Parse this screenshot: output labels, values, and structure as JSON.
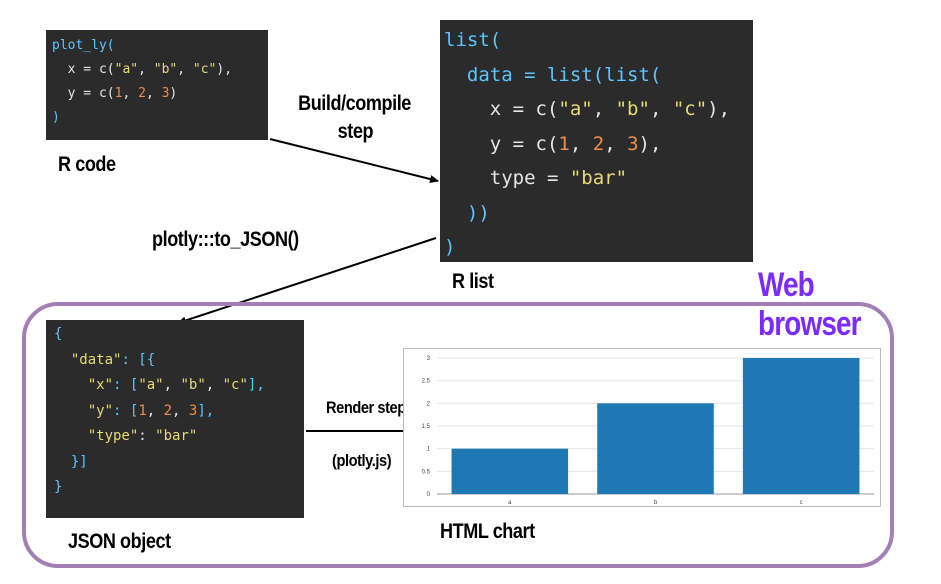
{
  "rcode": {
    "lines": [
      [
        {
          "t": "plot_ly(",
          "c": "p"
        }
      ],
      [
        {
          "t": "  x = c(",
          "c": ""
        },
        {
          "t": "\"a\"",
          "c": "s"
        },
        {
          "t": ", ",
          "c": ""
        },
        {
          "t": "\"b\"",
          "c": "s"
        },
        {
          "t": ", ",
          "c": ""
        },
        {
          "t": "\"c\"",
          "c": "s"
        },
        {
          "t": "),",
          "c": ""
        }
      ],
      [
        {
          "t": "  y = c(",
          "c": ""
        },
        {
          "t": "1",
          "c": "n"
        },
        {
          "t": ", ",
          "c": ""
        },
        {
          "t": "2",
          "c": "n"
        },
        {
          "t": ", ",
          "c": ""
        },
        {
          "t": "3",
          "c": "n"
        },
        {
          "t": ")",
          "c": ""
        }
      ],
      [
        {
          "t": ")",
          "c": "p"
        }
      ]
    ],
    "label": "R code"
  },
  "rlist": {
    "lines": [
      [
        {
          "t": "list(",
          "c": "p"
        }
      ],
      [
        {
          "t": "  data = list(list(",
          "c": "p"
        }
      ],
      [
        {
          "t": "    x = c(",
          "c": ""
        },
        {
          "t": "\"a\"",
          "c": "s"
        },
        {
          "t": ", ",
          "c": ""
        },
        {
          "t": "\"b\"",
          "c": "s"
        },
        {
          "t": ", ",
          "c": ""
        },
        {
          "t": "\"c\"",
          "c": "s"
        },
        {
          "t": "),",
          "c": ""
        }
      ],
      [
        {
          "t": "    y = c(",
          "c": ""
        },
        {
          "t": "1",
          "c": "n"
        },
        {
          "t": ", ",
          "c": ""
        },
        {
          "t": "2",
          "c": "n"
        },
        {
          "t": ", ",
          "c": ""
        },
        {
          "t": "3",
          "c": "n"
        },
        {
          "t": "),",
          "c": ""
        }
      ],
      [
        {
          "t": "    type = ",
          "c": ""
        },
        {
          "t": "\"bar\"",
          "c": "s"
        }
      ],
      [
        {
          "t": "  ))",
          "c": "p"
        }
      ],
      [
        {
          "t": ")",
          "c": "p"
        }
      ]
    ],
    "label": "R list"
  },
  "json": {
    "lines": [
      [
        {
          "t": "{",
          "c": "p"
        }
      ],
      [
        {
          "t": "  \"data\"",
          "c": "s"
        },
        {
          "t": ": [{",
          "c": "p"
        }
      ],
      [
        {
          "t": "    \"x\"",
          "c": "s"
        },
        {
          "t": ": [",
          "c": "p"
        },
        {
          "t": "\"a\"",
          "c": "s"
        },
        {
          "t": ", ",
          "c": ""
        },
        {
          "t": "\"b\"",
          "c": "s"
        },
        {
          "t": ", ",
          "c": ""
        },
        {
          "t": "\"c\"",
          "c": "s"
        },
        {
          "t": "],",
          "c": "p"
        }
      ],
      [
        {
          "t": "    \"y\"",
          "c": "s"
        },
        {
          "t": ": [",
          "c": "p"
        },
        {
          "t": "1",
          "c": "n"
        },
        {
          "t": ", ",
          "c": ""
        },
        {
          "t": "2",
          "c": "n"
        },
        {
          "t": ", ",
          "c": ""
        },
        {
          "t": "3",
          "c": "n"
        },
        {
          "t": "],",
          "c": "p"
        }
      ],
      [
        {
          "t": "    \"type\"",
          "c": "s"
        },
        {
          "t": ": ",
          "c": ""
        },
        {
          "t": "\"bar\"",
          "c": "s"
        }
      ],
      [
        {
          "t": "  }]",
          "c": "p"
        }
      ],
      [
        {
          "t": "}",
          "c": "p"
        }
      ]
    ],
    "label": "JSON object"
  },
  "steps": {
    "build": [
      "Build/compile",
      "step"
    ],
    "to_json": "plotly:::to_JSON()",
    "render": "Render step",
    "render_lib": "(plotly.js)"
  },
  "browser": {
    "title": "Web browser"
  },
  "chart": {
    "label": "HTML chart",
    "colors": {
      "bar": "#1f77b4",
      "grid": "#e6e6e6",
      "tick": "#444444"
    }
  },
  "chart_data": {
    "type": "bar",
    "categories": [
      "a",
      "b",
      "c"
    ],
    "values": [
      1,
      2,
      3
    ],
    "yticks": [
      "0",
      "0.5",
      "1",
      "1.5",
      "2",
      "2.5",
      "3"
    ],
    "ylim": [
      0,
      3
    ],
    "grid": true
  }
}
